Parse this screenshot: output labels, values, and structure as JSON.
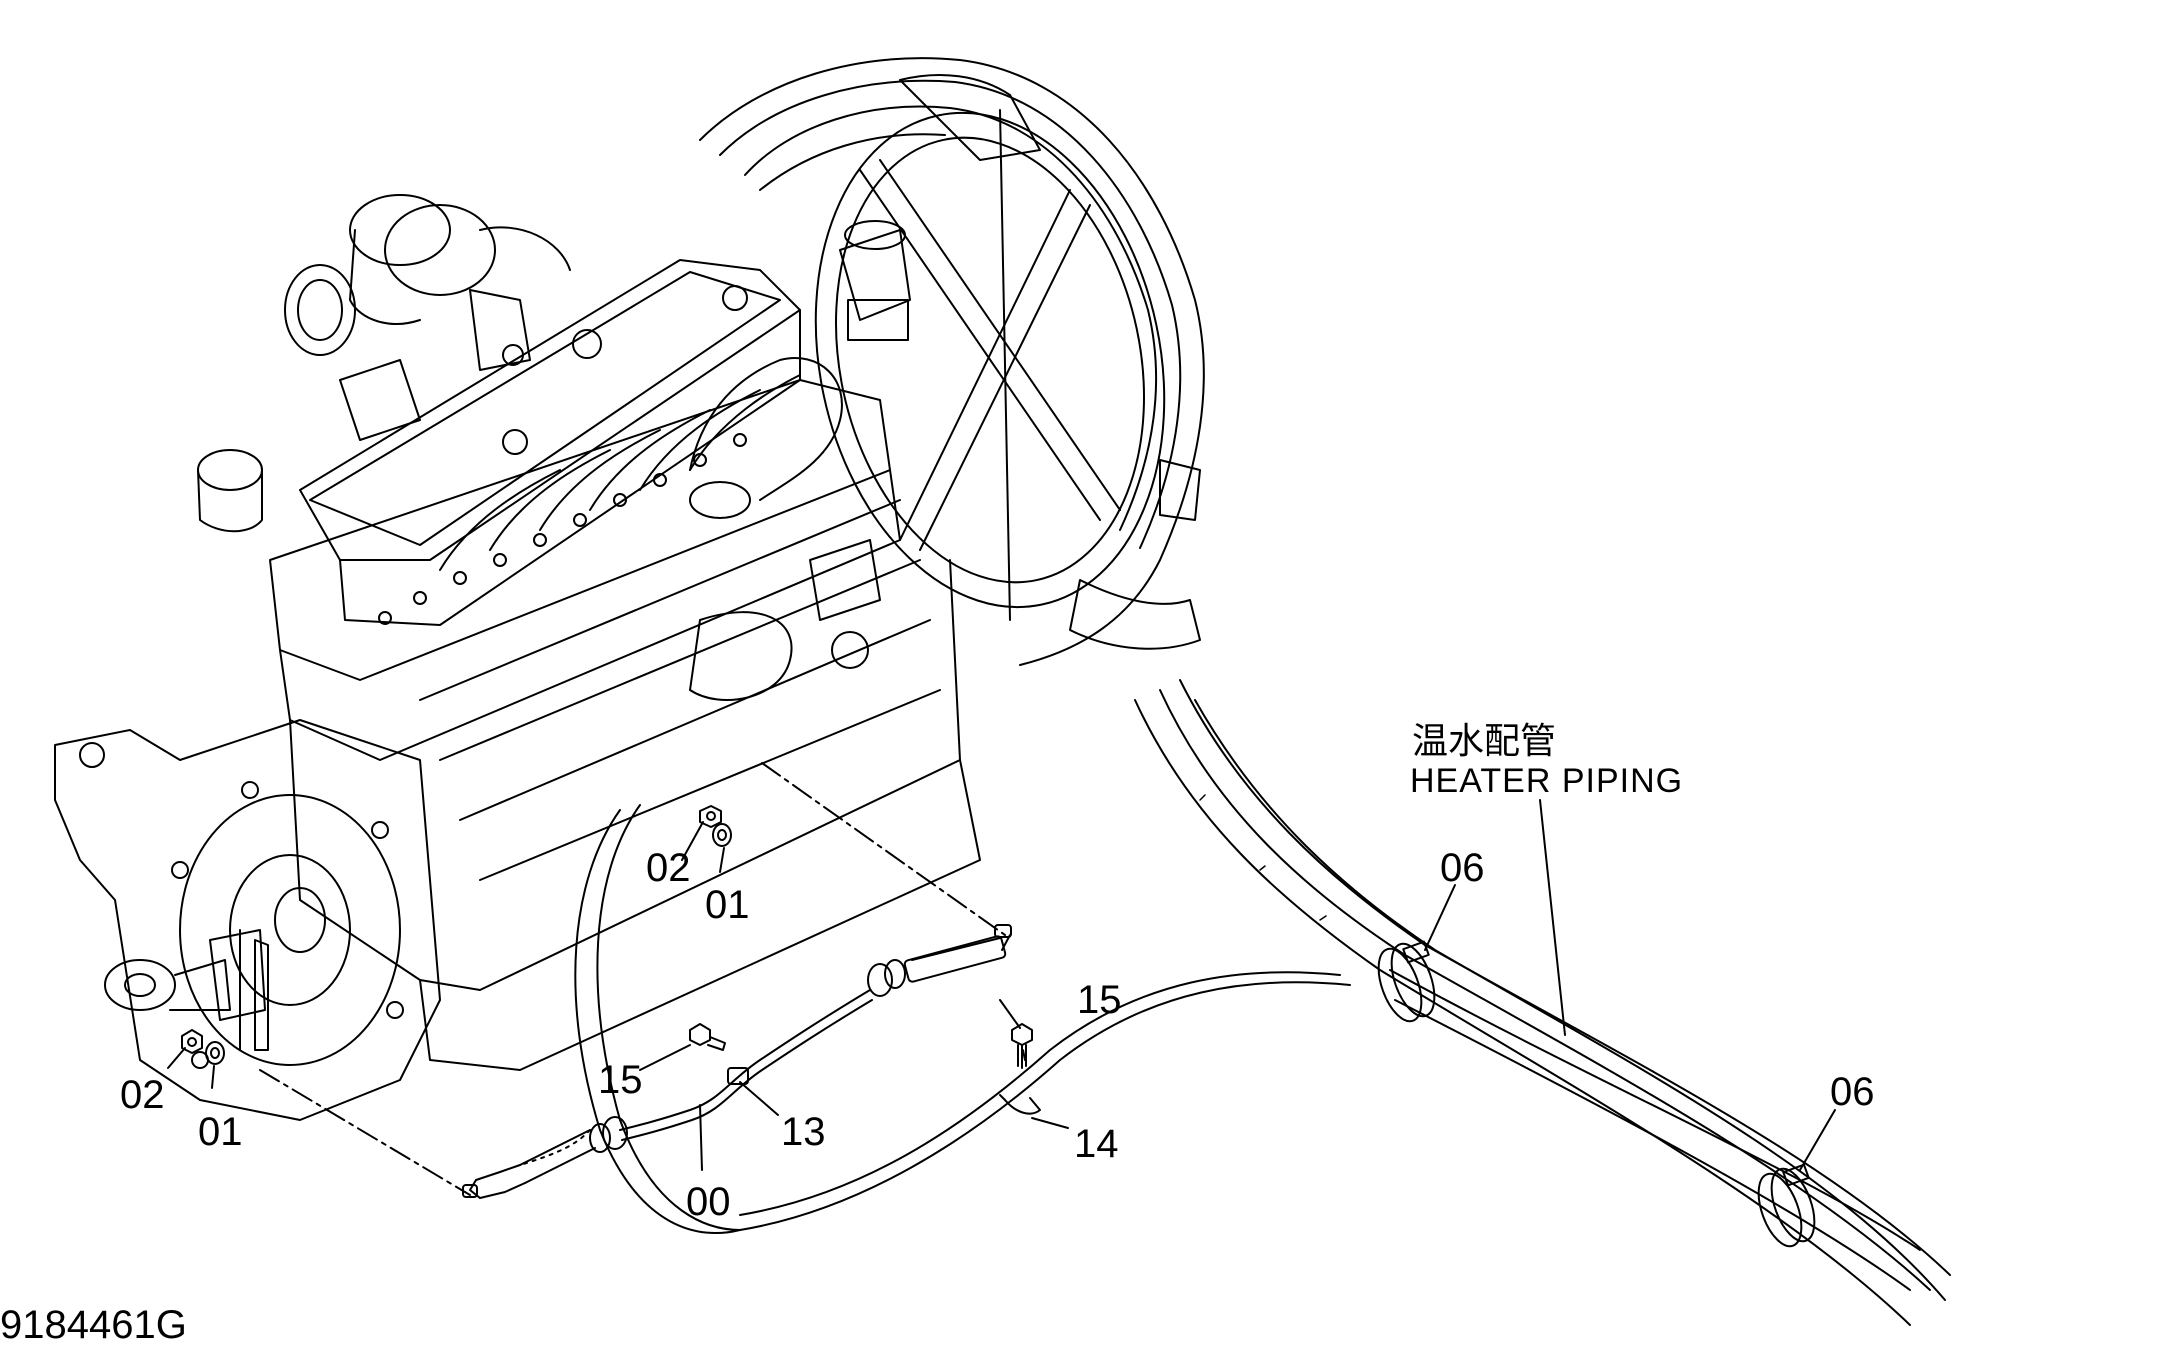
{
  "drawing_number": "9184461G",
  "heater_piping": {
    "japanese": "温水配管",
    "english": "HEATER PIPING"
  },
  "part_labels": [
    "00",
    "01",
    "01",
    "02",
    "02",
    "06",
    "06",
    "13",
    "14",
    "15",
    "15"
  ],
  "callouts": {
    "p00": "00",
    "p01_engine": "01",
    "p01_flywheel": "01",
    "p02_engine": "02",
    "p02_flywheel": "02",
    "p06_upper": "06",
    "p06_lower": "06",
    "p13": "13",
    "p14": "14",
    "p15_left": "15",
    "p15_right": "15"
  },
  "colors": {
    "line": "#000000",
    "background": "#ffffff"
  }
}
